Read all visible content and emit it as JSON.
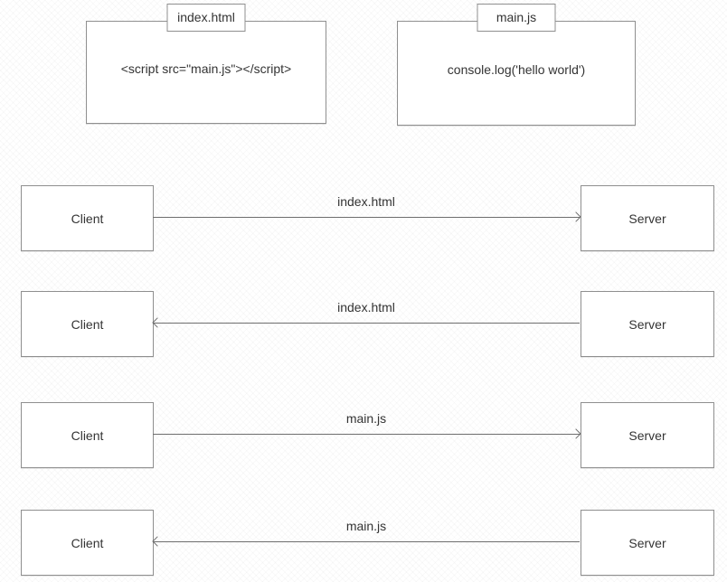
{
  "diagram": {
    "files": [
      {
        "name": "index.html",
        "code": "<script src=\"main.js\"></script>"
      },
      {
        "name": "main.js",
        "code": "console.log('hello world')"
      }
    ],
    "transfers": [
      {
        "label": "index.html",
        "client": "Client",
        "server": "Server",
        "direction": "client-to-server"
      },
      {
        "label": "index.html",
        "client": "Client",
        "server": "Server",
        "direction": "server-to-client"
      },
      {
        "label": "main.js",
        "client": "Client",
        "server": "Server",
        "direction": "client-to-server"
      },
      {
        "label": "main.js",
        "client": "Client",
        "server": "Server",
        "direction": "server-to-client"
      }
    ],
    "colors": {
      "border": "#8f8f8f",
      "arrow": "#6e6e6e",
      "text": "#333333",
      "background": "#ffffff"
    }
  }
}
